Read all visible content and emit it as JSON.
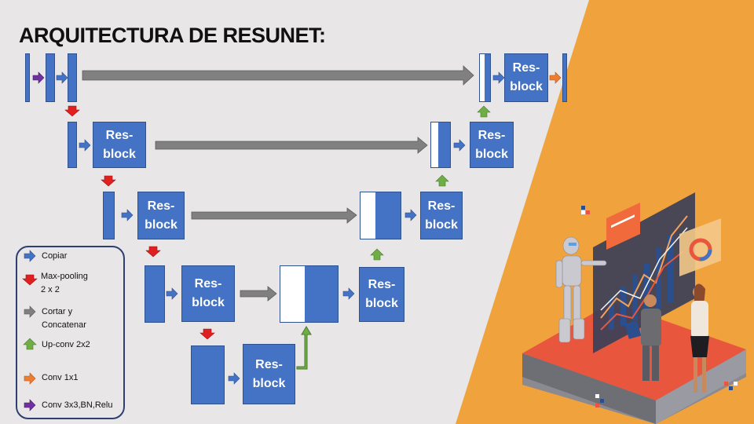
{
  "title": "ARQUITECTURA DE RESUNET:",
  "blocks": {
    "resblock_line1": "Res-",
    "resblock_line2": "block"
  },
  "legend": {
    "copiar": "Copiar",
    "maxpool_1": "Max-pooling",
    "maxpool_2": "2 x 2",
    "cortar_1": "Cortar y",
    "cortar_2": "Concatenar",
    "upconv": "Up-conv 2x2",
    "conv1": "Conv 1x1",
    "conv3": "Conv 3x3,BN,Relu"
  },
  "colors": {
    "block": "#4472c4",
    "background": "#e8e6e6",
    "accent_orange": "#f0a23c",
    "arrow_copy": "#4472c4",
    "arrow_maxpool": "#e02020",
    "arrow_concat": "#7f7f7f",
    "arrow_upconv": "#70ad47",
    "arrow_conv1": "#ed7d31",
    "arrow_conv3": "#7030a0"
  },
  "decoration": {
    "illustration": "robot-and-people-data-analytics"
  }
}
